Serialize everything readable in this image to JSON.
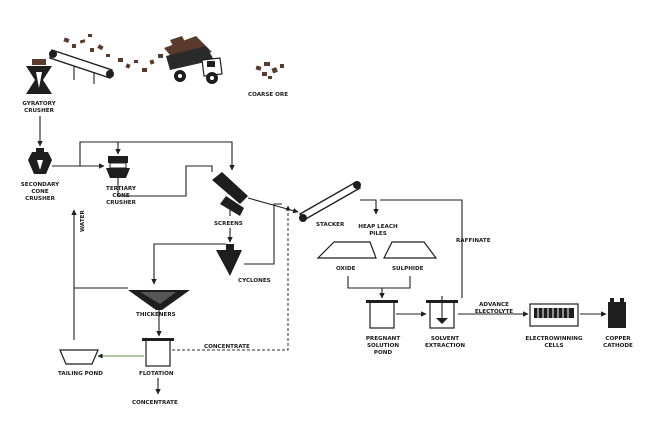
{
  "labels": {
    "gyratory_crusher": [
      "GYRATORY",
      "CRUSHER"
    ],
    "coarse_ore": "COARSE ORE",
    "secondary_cone_crusher": [
      "SECONDARY",
      "CONE",
      "CRUSHER"
    ],
    "tertiary_cone_crusher": [
      "TERTIARY",
      "CONE",
      "CRUSHER"
    ],
    "water": "WATER",
    "screens": "SCREENS",
    "cyclones": "CYCLONES",
    "thickeners": "THICKENERS",
    "tailing_pond": "TAILING POND",
    "flotation": "FLOTATION",
    "concentrate_bottom": "CONCENTRATE",
    "concentrate_dashed": "CONCENTRATE",
    "stacker": "STACKER",
    "heap_leach_piles": [
      "HEAP LEACH",
      "PILES"
    ],
    "raffinate": "RAFFINATE",
    "oxide": "OXIDE",
    "sulphide": "SULPHIDE",
    "pregnant_solution_pond": [
      "PREGNANT",
      "SOLUTION",
      "POND"
    ],
    "solvent_extraction": [
      "SOLVENT",
      "EXTRACTION"
    ],
    "advance_electrolyte": [
      "ADVANCE",
      "ELECTOLYTE"
    ],
    "electrowinning_cells": [
      "ELECTROWINNING",
      "CELLS"
    ],
    "copper_cathode": [
      "COPPER",
      "CATHODE"
    ]
  },
  "colors": {
    "line": "#1f1f1f",
    "dashed_concentrate": "#2f2f2f",
    "tailing_line": "#5f8f4a",
    "ore": "#5a3a2c"
  }
}
